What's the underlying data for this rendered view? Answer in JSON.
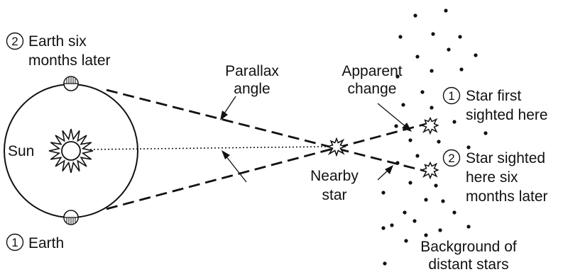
{
  "labels": {
    "earth_later_num": "2",
    "earth_later_line1": "Earth six",
    "earth_later_line2": "months later",
    "earth_now_num": "1",
    "earth_now": "Earth",
    "sun": "Sun",
    "parallax_line1": "Parallax",
    "parallax_line2": "angle",
    "apparent_line1": "Apparent",
    "apparent_line2": "change",
    "nearby_line1": "Nearby",
    "nearby_line2": "star",
    "first_num": "1",
    "first_line1": "Star first",
    "first_line2": "sighted here",
    "second_num": "2",
    "second_line1": "Star sighted",
    "second_line2": "here six",
    "second_line3": "months later",
    "background_line1": "Background of",
    "background_line2": "distant stars"
  }
}
